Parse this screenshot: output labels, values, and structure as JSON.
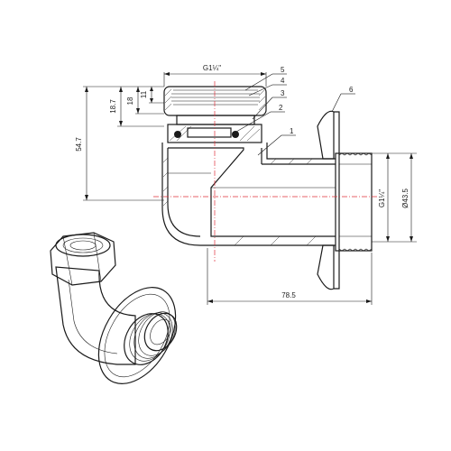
{
  "drawing": {
    "colors": {
      "line": "#1a1a1a",
      "centerline": "#e0303a",
      "background": "#ffffff"
    },
    "dimensions": {
      "top_thread": "G1¼\"",
      "d_18_7": "18.7",
      "d_18": "18",
      "d_11": "11",
      "d_54_7": "54.7",
      "d_78_5": "78.5",
      "right_thread": "G1¼\"",
      "dia_43_5": "Ø43.5"
    },
    "callouts": [
      "1",
      "2",
      "3",
      "4",
      "5",
      "6"
    ]
  }
}
